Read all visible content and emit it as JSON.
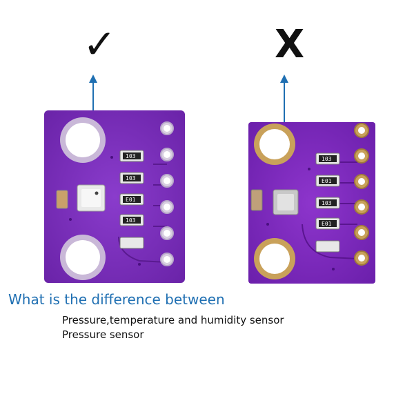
{
  "left_sensor": {
    "verdict_symbol": "✓",
    "resistor_labels": [
      "103",
      "103",
      "E01",
      "103"
    ]
  },
  "right_sensor": {
    "verdict_symbol": "X",
    "resistor_labels": [
      "103",
      "E01",
      "103",
      "E01"
    ]
  },
  "caption": {
    "question": "What is the difference between",
    "option_1": "Pressure,temperature and humidity sensor",
    "option_2": "Pressure sensor"
  },
  "colors": {
    "board": "#7a2fb8",
    "arrow": "#1f6fb2",
    "question_text": "#1f6fb2"
  }
}
